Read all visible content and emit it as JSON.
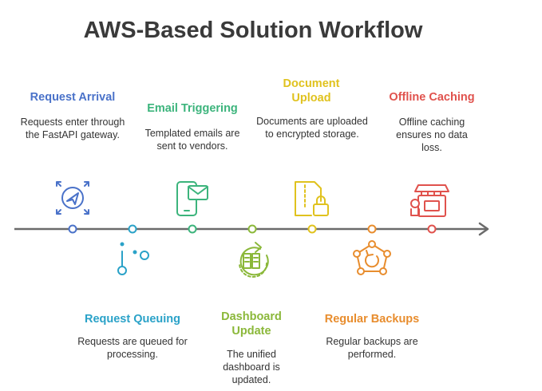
{
  "title": "AWS-Based Solution Workflow",
  "colors": {
    "timeline": "#6b6b6b",
    "text": "#333333"
  },
  "steps": [
    {
      "id": "request-arrival",
      "title": "Request Arrival",
      "description": "Requests enter through the FastAPI gateway.",
      "color": "#4a72c9",
      "icon": "crosshair-cursor-icon",
      "side": "top"
    },
    {
      "id": "request-queuing",
      "title": "Request Queuing",
      "description": "Requests are queued for processing.",
      "color": "#2aa2c8",
      "icon": "queue-dots-icon",
      "side": "bottom"
    },
    {
      "id": "email-triggering",
      "title": "Email Triggering",
      "description": "Templated emails are sent to vendors.",
      "color": "#3cb47c",
      "icon": "phone-email-icon",
      "side": "top"
    },
    {
      "id": "dashboard-update",
      "title": "Dashboard Update",
      "description": "The unified dashboard is updated.",
      "color": "#8bb83a",
      "icon": "dashboard-refresh-icon",
      "side": "bottom"
    },
    {
      "id": "document-upload",
      "title": "Document Upload",
      "description": "Documents are uploaded to encrypted storage.",
      "color": "#e0c21e",
      "icon": "locked-document-icon",
      "side": "top"
    },
    {
      "id": "regular-backups",
      "title": "Regular Backups",
      "description": "Regular backups are performed.",
      "color": "#e88d2e",
      "icon": "backup-cycle-icon",
      "side": "bottom"
    },
    {
      "id": "offline-caching",
      "title": "Offline Caching",
      "description": "Offline caching ensures no data loss.",
      "color": "#e0524d",
      "icon": "store-cache-icon",
      "side": "top"
    }
  ]
}
